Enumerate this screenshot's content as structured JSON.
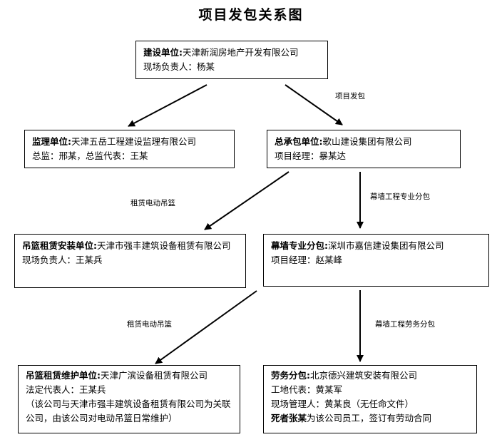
{
  "title": "项目发包关系图",
  "nodes": {
    "owner": {
      "role": "建设单位:",
      "company": "天津新润房地产开发有限公司",
      "line2": "现场负责人：杨某"
    },
    "supervisor": {
      "role": "监理单位:",
      "company": "天津五岳工程建设监理有限公司",
      "line2": "总监：邢某，总监代表：王某"
    },
    "general": {
      "role": "总承包单位:",
      "company": "歌山建设集团有限公司",
      "line2": "项目经理：暴某达"
    },
    "lease": {
      "role": "吊篮租赁安装单位:",
      "company": "天津市强丰建筑设备租赁有限公司",
      "line2": "现场负责人：王某兵"
    },
    "curtain": {
      "role": "幕墙专业分包:",
      "company": "深圳市嘉信建设集团有限公司",
      "line2": "项目经理：赵某峰"
    },
    "maint": {
      "role": "吊篮租赁维护单位:",
      "company": "天津广滨设备租赁有限公司",
      "line2": "法定代表人：王某兵",
      "line3": "（该公司与天津市强丰建筑设备租赁有限公司为关联公司，由该公司对电动吊篮日常维护）"
    },
    "labor": {
      "role": "劳务分包:",
      "company": "北京德兴建筑安装有限公司",
      "line2": "工地代表：黄某军",
      "line3": "现场管理人：黄某良（无任命文件）",
      "line4_bold": "死者张某",
      "line4_rest": "为该公司员工，签订有劳动合同"
    }
  },
  "edge_labels": {
    "project_award": "项目发包",
    "curtain_sub": "幕墙工程专业分包",
    "lease_basket_1": "租赁电动吊篮",
    "lease_basket_2": "租赁电动吊篮",
    "curtain_labor": "幕墙工程劳务分包"
  }
}
